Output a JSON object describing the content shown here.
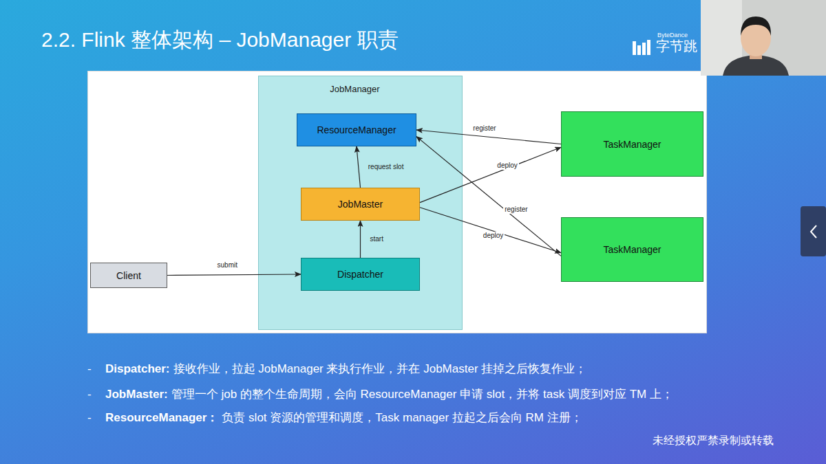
{
  "diagram": {
    "title": "2.2. Flink 整体架构 – JobManager 职责",
    "nodes": [
      {
        "text": [
          "JobManager"
        ]
      },
      {
        "text": [
          "ResourceManager"
        ],
        "in": 0
      },
      {
        "text": [
          "JobMaster"
        ],
        "in": 0
      },
      {
        "text": [
          "Dispatcher"
        ],
        "in": 0
      },
      {
        "text": [
          "Client"
        ]
      },
      {
        "text": [
          "TaskManager"
        ]
      },
      {
        "text": [
          "TaskManager"
        ]
      }
    ],
    "edges": [
      {
        "from": 4,
        "to": 3,
        "label": "submit",
        "arrow": "to"
      },
      {
        "from": 3,
        "to": 2,
        "label": "start",
        "arrow": "to"
      },
      {
        "from": 2,
        "to": 1,
        "label": "request slot",
        "arrow": "to"
      },
      {
        "from": 5,
        "to": 1,
        "label": "register",
        "arrow": "to"
      },
      {
        "from": 2,
        "to": 5,
        "label": "deploy",
        "arrow": "to"
      },
      {
        "from": 6,
        "to": 1,
        "label": "register",
        "arrow": "to"
      },
      {
        "from": 2,
        "to": 6,
        "label": "deploy",
        "arrow": "to"
      }
    ],
    "labels": [
      "ByteDance",
      "字节跳",
      "-",
      "Dispatcher:",
      "接收作业，拉起 JobManager 来执行作业，并在 JobMaster 挂掉之后恢复作业；",
      "-",
      "JobMaster:",
      "管理一个 job 的整个生命周期，会向 ResourceManager 申请 slot，并将 task 调度到对应 TM 上；",
      "-",
      "ResourceManager：",
      "负责 slot 资源的管理和调度，Task manager 拉起之后会向 RM 注册；",
      "未经授权严禁录制或转载"
    ]
  }
}
